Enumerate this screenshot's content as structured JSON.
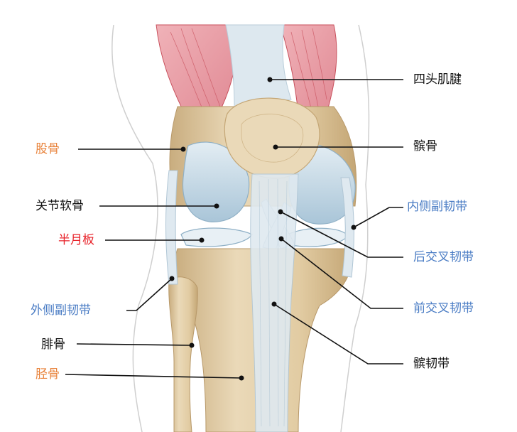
{
  "colors": {
    "black_label": "#111111",
    "orange_label": "#e8823a",
    "red_label": "#e8232a",
    "blue_label": "#4a7cc4",
    "bone": "#e6d3b0",
    "bone_shade": "#c9ad7f",
    "cartilage": "#c9dbe6",
    "cartilage_shade": "#9fbfd3",
    "ligament": "#dfe9f0",
    "muscle": "#e89aa3",
    "muscle_line": "#c8505c",
    "skin_line": "#cfcfcf",
    "leader": "#111111"
  },
  "labels": {
    "quadriceps_tendon": "四头肌腱",
    "patella": "髌骨",
    "femur": "股骨",
    "articular_cartilage": "关节软骨",
    "meniscus": "半月板",
    "medial_collateral_ligament": "内侧副韧带",
    "posterior_cruciate_ligament": "后交叉韧带",
    "lateral_collateral_ligament": "外侧副韧带",
    "anterior_cruciate_ligament": "前交叉韧带",
    "fibula": "腓骨",
    "patellar_ligament": "髌韧带",
    "tibia": "胫骨"
  }
}
